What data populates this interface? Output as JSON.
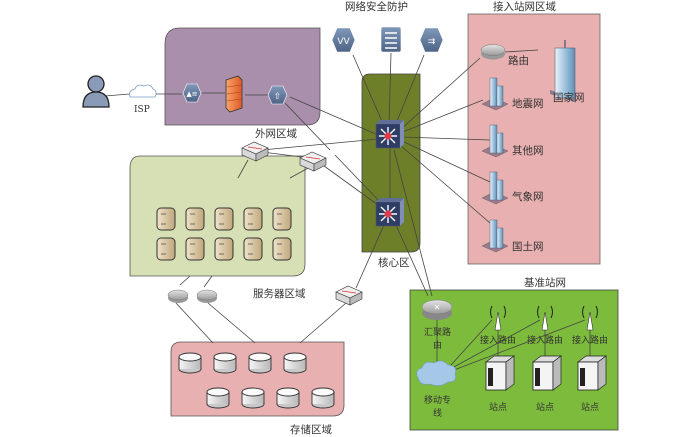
{
  "title": "Network topology diagram",
  "colors": {
    "outer_zone": "#a98fab",
    "access_zone": "#e8b0b0",
    "server_zone": "#d6e0b4",
    "core_zone": "#6e7f2a",
    "reference_zone": "#7dbb3c",
    "storage_zone": "#e8b0b0"
  },
  "labels": {
    "security": "网络安全防护",
    "access_zone": "接入站网区域",
    "outer_zone": "外网区域",
    "core_zone": "核心区",
    "server_zone": "服务器区域",
    "storage_zone": "存储区域",
    "reference_zone": "基准站网",
    "isp": "ISP"
  },
  "access_nodes": {
    "router": "路由",
    "national": "国家网",
    "earthquake": "地震网",
    "other": "其他网",
    "weather": "气象网",
    "land": "国土网"
  },
  "reference_nodes": {
    "aggregation_router_line1": "汇聚路",
    "aggregation_router_line2": "由",
    "mobile_line1": "移动专",
    "mobile_line2": "线",
    "access_router": "接入路由",
    "station": "站点"
  },
  "counts": {
    "servers": 10,
    "storage_disks": 8,
    "stations": 3
  }
}
